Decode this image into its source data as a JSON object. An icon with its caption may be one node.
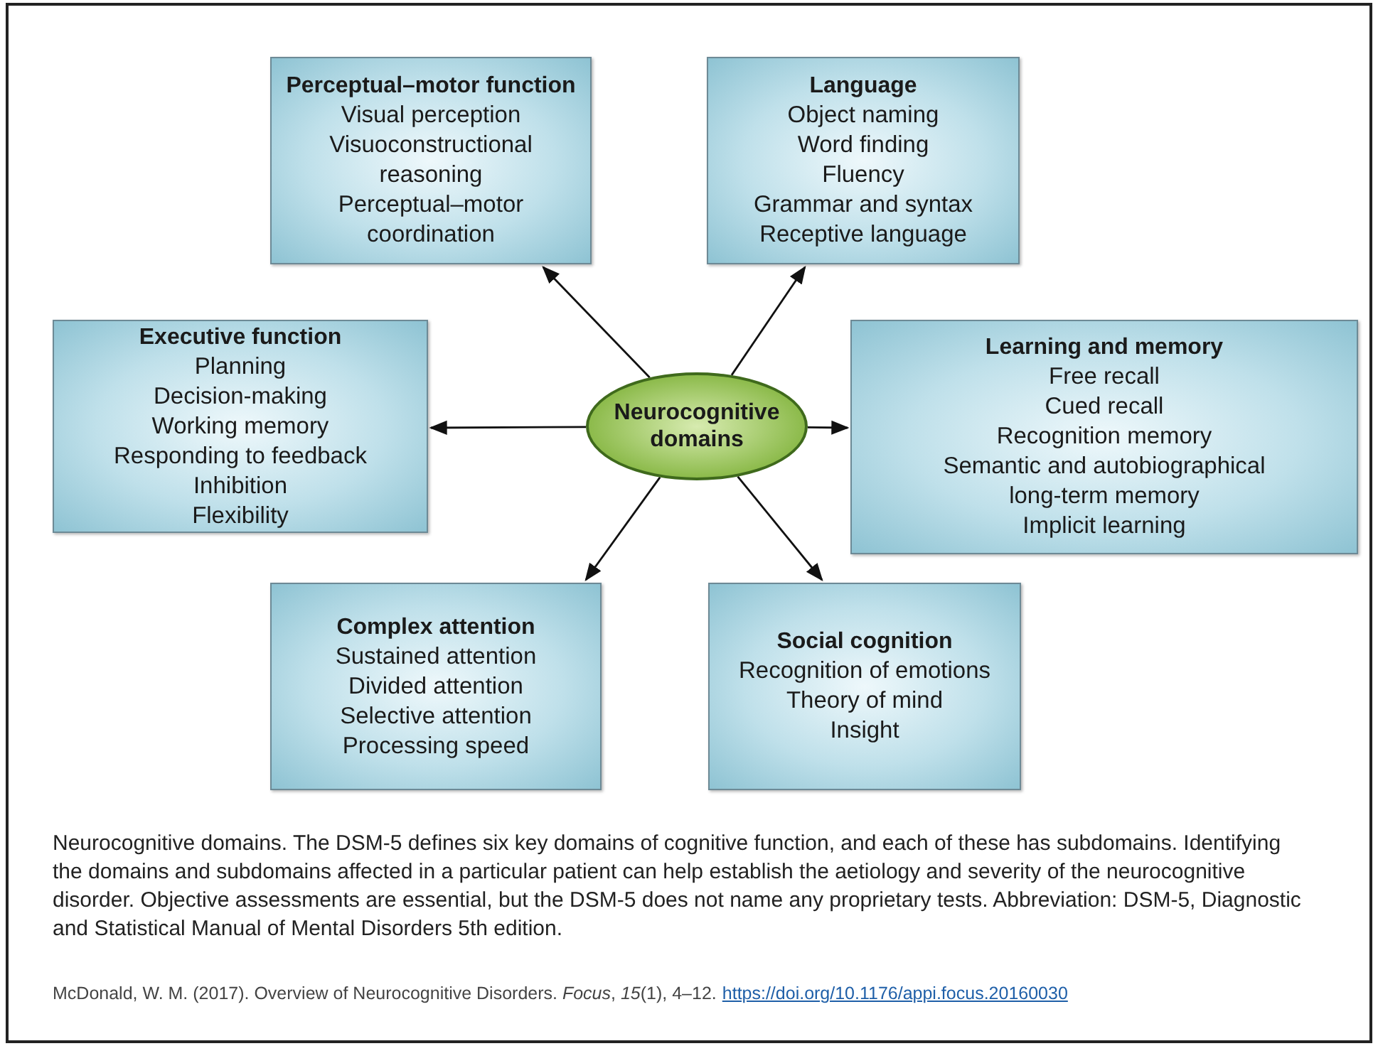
{
  "diagram": {
    "caption": "Neurocognitive domains. The DSM-5 defines six key domains of cognitive function, and each of these has subdomains. Identifying the domains and subdomains affected in a particular patient can help establish the aetiology and severity of the neurocognitive disorder. Objective assessments are essential, but the DSM-5 does not name any proprietary tests. Abbreviation: DSM-5, Diagnostic and Statistical Manual of Mental Disorders 5th edition.",
    "nodes": [
      {
        "text": [
          "Perceptual–motor function",
          "Visual perception",
          "Visuoconstructional reasoning",
          "Perceptual–motor coordination"
        ]
      },
      {
        "text": [
          "Language",
          "Object naming",
          "Word finding",
          "Fluency",
          "Grammar and syntax",
          "Receptive language"
        ]
      },
      {
        "text": [
          "Executive function",
          "Planning",
          "Decision-making",
          "Working memory",
          "Responding to feedback",
          "Inhibition",
          "Flexibility"
        ]
      },
      {
        "text": [
          "Neurocognitive domains"
        ]
      },
      {
        "text": [
          "Learning and memory",
          "Free recall",
          "Cued recall",
          "Recognition memory",
          "Semantic and autobiographical long-term memory",
          "Implicit learning"
        ]
      },
      {
        "text": [
          "Complex attention",
          "Sustained attention",
          "Divided attention",
          "Selective attention",
          "Processing speed"
        ]
      },
      {
        "text": [
          "Social cognition",
          "Recognition of emotions",
          "Theory of mind",
          "Insight"
        ]
      }
    ],
    "edges": [
      {
        "from": 3,
        "to": 0,
        "arrow": "to"
      },
      {
        "from": 3,
        "to": 1,
        "arrow": "to"
      },
      {
        "from": 3,
        "to": 2,
        "arrow": "to"
      },
      {
        "from": 3,
        "to": 4,
        "arrow": "to"
      },
      {
        "from": 3,
        "to": 5,
        "arrow": "to"
      },
      {
        "from": 3,
        "to": 6,
        "arrow": "to"
      }
    ],
    "labels": [
      "McDonald, W. M. (2017). Overview of Neurocognitive Disorders. *Focus*, *15*(1), 4–12.",
      "https://doi.org/10.1176/appi.focus.20160030"
    ]
  }
}
